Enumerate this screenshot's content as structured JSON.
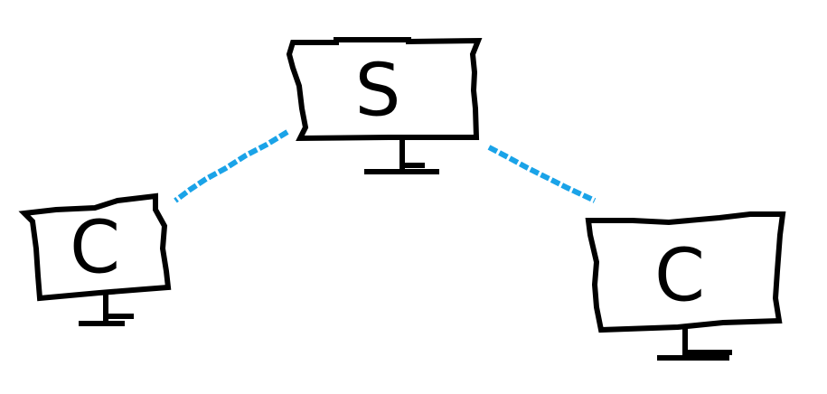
{
  "diagram": {
    "nodes": [
      {
        "id": "server",
        "label": "S"
      },
      {
        "id": "client-left",
        "label": "C"
      },
      {
        "id": "client-right",
        "label": "C"
      }
    ],
    "edges": [
      {
        "from": "server",
        "to": "client-left"
      },
      {
        "from": "server",
        "to": "client-right"
      }
    ],
    "colors": {
      "line": "#1aa3e8",
      "outline": "#000000",
      "background": "#ffffff"
    }
  }
}
